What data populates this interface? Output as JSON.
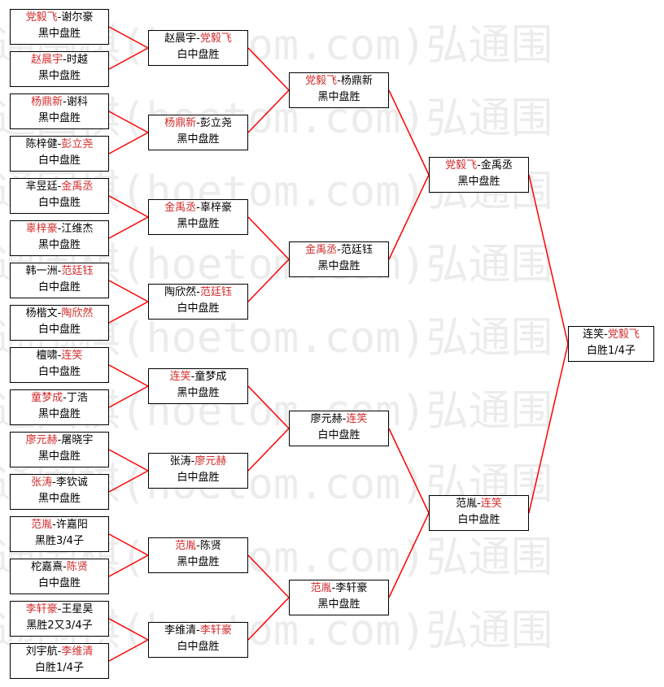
{
  "watermark": {
    "text": "弘通围棋(hoetom.com)弘通围"
  },
  "colors": {
    "winner": "#d32b2b",
    "line": "#ff0000",
    "text": "#000000",
    "watermark": "#ececec"
  },
  "bracket": {
    "rounds": [
      {
        "matches": [
          {
            "p1": "党毅飞",
            "p2": "谢尔豪",
            "winner": 1,
            "result": "黑中盘胜"
          },
          {
            "p1": "赵晨宇",
            "p2": "时越",
            "winner": 1,
            "result": "黑中盘胜"
          },
          {
            "p1": "杨鼎新",
            "p2": "谢科",
            "winner": 1,
            "result": "黑中盘胜"
          },
          {
            "p1": "陈梓健",
            "p2": "彭立尧",
            "winner": 2,
            "result": "白中盘胜"
          },
          {
            "p1": "芈昱廷",
            "p2": "金禹丞",
            "winner": 2,
            "result": "白中盘胜"
          },
          {
            "p1": "辜梓豪",
            "p2": "江维杰",
            "winner": 1,
            "result": "黑中盘胜"
          },
          {
            "p1": "韩一洲",
            "p2": "范廷钰",
            "winner": 2,
            "result": "白中盘胜"
          },
          {
            "p1": "杨楷文",
            "p2": "陶欣然",
            "winner": 2,
            "result": "白中盘胜"
          },
          {
            "p1": "檀啸",
            "p2": "连笑",
            "winner": 2,
            "result": "白中盘胜"
          },
          {
            "p1": "童梦成",
            "p2": "丁浩",
            "winner": 1,
            "result": "黑中盘胜"
          },
          {
            "p1": "廖元赫",
            "p2": "屠晓宇",
            "winner": 1,
            "result": "黑中盘胜"
          },
          {
            "p1": "张涛",
            "p2": "李钦诚",
            "winner": 1,
            "result": "黑中盘胜"
          },
          {
            "p1": "范胤",
            "p2": "许嘉阳",
            "winner": 1,
            "result": "黑胜3/4子"
          },
          {
            "p1": "柁嘉熹",
            "p2": "陈贤",
            "winner": 2,
            "result": "白中盘胜"
          },
          {
            "p1": "李轩豪",
            "p2": "王星昊",
            "winner": 1,
            "result": "黑胜2又3/4子"
          },
          {
            "p1": "刘宇航",
            "p2": "李维清",
            "winner": 2,
            "result": "白胜1/4子"
          }
        ]
      },
      {
        "matches": [
          {
            "p1": "赵晨宇",
            "p2": "党毅飞",
            "winner": 2,
            "result": "白中盘胜"
          },
          {
            "p1": "杨鼎新",
            "p2": "彭立尧",
            "winner": 1,
            "result": "黑中盘胜"
          },
          {
            "p1": "金禹丞",
            "p2": "辜梓豪",
            "winner": 1,
            "result": "黑中盘胜"
          },
          {
            "p1": "陶欣然",
            "p2": "范廷钰",
            "winner": 2,
            "result": "白中盘胜"
          },
          {
            "p1": "连笑",
            "p2": "童梦成",
            "winner": 1,
            "result": "黑中盘胜"
          },
          {
            "p1": "张涛",
            "p2": "廖元赫",
            "winner": 2,
            "result": "白中盘胜"
          },
          {
            "p1": "范胤",
            "p2": "陈贤",
            "winner": 1,
            "result": "黑中盘胜"
          },
          {
            "p1": "李维清",
            "p2": "李轩豪",
            "winner": 2,
            "result": "白中盘胜"
          }
        ]
      },
      {
        "matches": [
          {
            "p1": "党毅飞",
            "p2": "杨鼎新",
            "winner": 1,
            "result": "黑中盘胜"
          },
          {
            "p1": "金禹丞",
            "p2": "范廷钰",
            "winner": 1,
            "result": "黑中盘胜"
          },
          {
            "p1": "廖元赫",
            "p2": "连笑",
            "winner": 2,
            "result": "白中盘胜"
          },
          {
            "p1": "范胤",
            "p2": "李轩豪",
            "winner": 1,
            "result": "黑中盘胜"
          }
        ]
      },
      {
        "matches": [
          {
            "p1": "党毅飞",
            "p2": "金禹丞",
            "winner": 1,
            "result": "黑中盘胜"
          },
          {
            "p1": "范胤",
            "p2": "连笑",
            "winner": 2,
            "result": "白中盘胜"
          }
        ]
      },
      {
        "matches": [
          {
            "p1": "连笑",
            "p2": "党毅飞",
            "winner": 2,
            "result": "白胜1/4子"
          }
        ]
      }
    ]
  }
}
